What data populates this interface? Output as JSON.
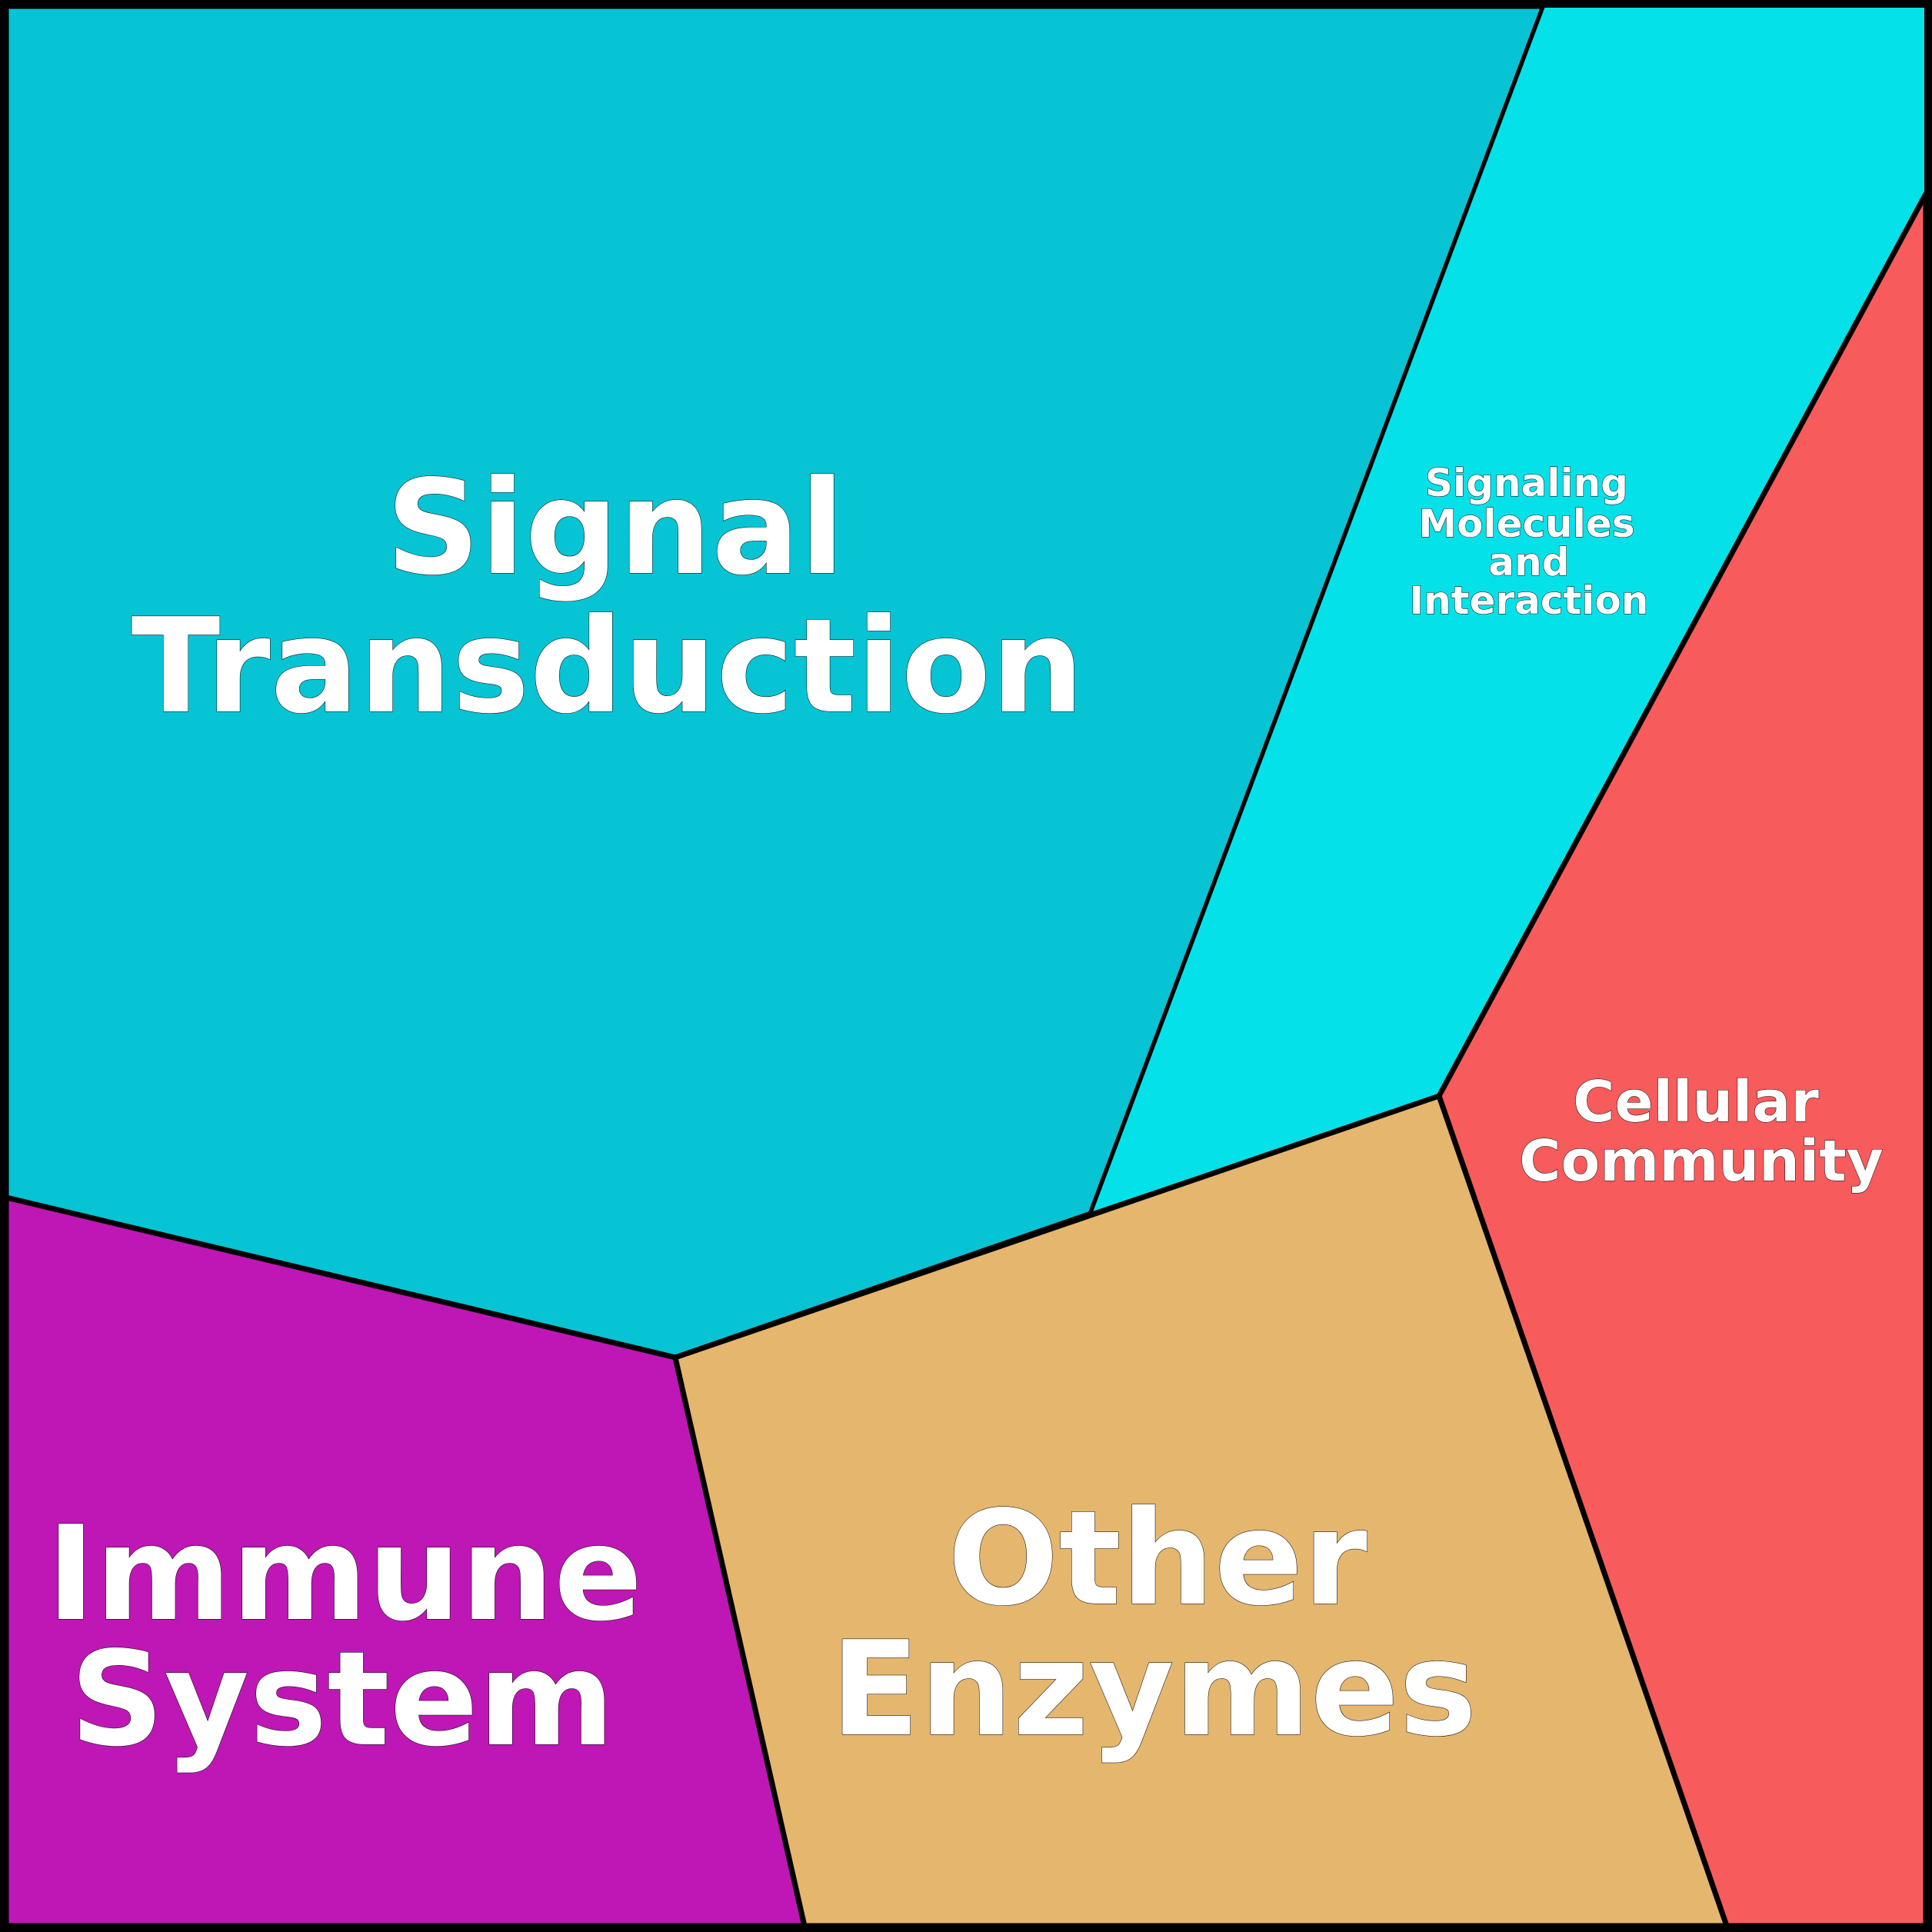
{
  "diagram": {
    "type": "voronoi-treemap",
    "cells": [
      {
        "id": "signal-transduction",
        "label_lines": [
          "Signal",
          "Transduction"
        ],
        "color": "#06C4D4"
      },
      {
        "id": "signaling-molecules",
        "label_lines": [
          "Signaling",
          "Molecules",
          "and",
          "Interaction"
        ],
        "color": "#05E1E8"
      },
      {
        "id": "cellular-community",
        "label_lines": [
          "Cellular",
          "Community"
        ],
        "color": "#F75B5B"
      },
      {
        "id": "immune-system",
        "label_lines": [
          "Immune",
          "System"
        ],
        "color": "#BE17B5"
      },
      {
        "id": "other-enzymes",
        "label_lines": [
          "Other",
          "Enzymes"
        ],
        "color": "#E5B66E"
      }
    ],
    "border_color": "#000000"
  }
}
